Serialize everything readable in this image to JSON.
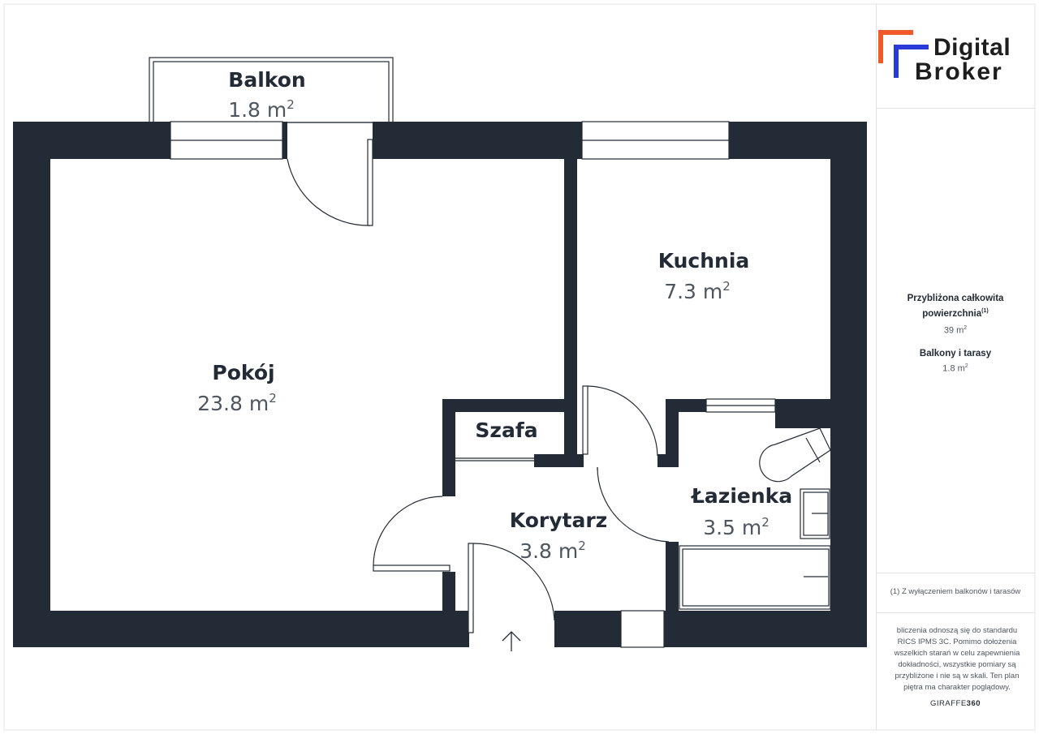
{
  "rooms": [
    {
      "name": "Balkon",
      "area": "1.8 m",
      "sup": "2"
    },
    {
      "name": "Pokój",
      "area": "23.8 m",
      "sup": "2"
    },
    {
      "name": "Kuchnia",
      "area": "7.3 m",
      "sup": "2"
    },
    {
      "name": "Szafa"
    },
    {
      "name": "Korytarz",
      "area": "3.8 m",
      "sup": "2"
    },
    {
      "name": "Łazienka",
      "area": "3.5 m",
      "sup": "2"
    }
  ],
  "brand": {
    "line1": "Digital",
    "line2": "Broker"
  },
  "summary": {
    "total_label_1": "Przybliżona całkowita",
    "total_label_2": "powierzchnia",
    "total_note_ref": "(1)",
    "total_value": "39 m",
    "balcony_label": "Balkony i tarasy",
    "balcony_value": "1.8 m",
    "unit_sup": "2"
  },
  "footnote": "(1) Z wyłączeniem balkonów i tarasów",
  "disclaimer": "bliczenia odnoszą się do standardu RICS IPMS 3C. Pomimo dołożenia wszelkich starań w celu zapewnienia dokładności, wszystkie pomiary są przybliżone i nie są w skali. Ten plan piętra ma charakter poglądowy.",
  "credit": {
    "part1": "GIRAFFE",
    "part2": "360"
  },
  "colors": {
    "wall": "#232b36",
    "accent_orange": "#f05a28",
    "accent_blue": "#2b3bd9"
  }
}
